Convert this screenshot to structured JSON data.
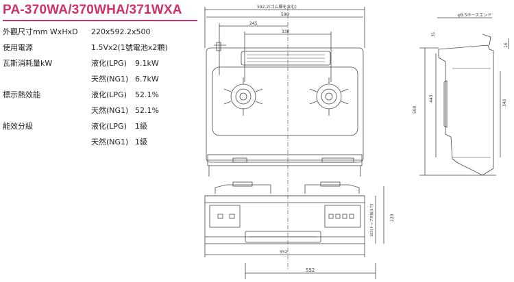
{
  "model": "PA-370WA/370WHA/371WXA",
  "specs": {
    "size_label": "外觀尺寸mm WxHxD",
    "size_value": "220x592.2x500",
    "power_label": "使用電源",
    "power_value": "1.5Vx2(1號電池x2顆)",
    "gas_label": "瓦斯消耗量kW",
    "gas_lpg_type": "液化(LPG)",
    "gas_lpg_value": "9.1kW",
    "gas_ng_type": "天然(NG1)",
    "gas_ng_value": "6.7kW",
    "eff_label": "標示熱效能",
    "eff_lpg_type": "液化(LPG)",
    "eff_lpg_value": "52.1%",
    "eff_ng_type": "天然(NG1)",
    "eff_ng_value": "52.1%",
    "grade_label": "能效分級",
    "grade_lpg_type": "液化(LPG)",
    "grade_lpg_value": "1級",
    "grade_ng_type": "天然(NG1)",
    "grade_ng_value": "1級"
  },
  "drawing": {
    "dim_total_width": "592.2(ゴム脚を含む)",
    "dim_body_width": "590",
    "dim_left_offset": "245",
    "dim_burner_pitch": "330",
    "dim_front_width": "552",
    "dim_cutout": "552",
    "dim_front_height": "220",
    "dim_trivet_height": "103(トップ天板まで)",
    "dim_depth": "500",
    "dim_side_443": "443",
    "dim_side_345": "345",
    "dim_side_31": "31",
    "dim_side_16": "16",
    "dim_hose": "φ9.5ホースエンド"
  }
}
